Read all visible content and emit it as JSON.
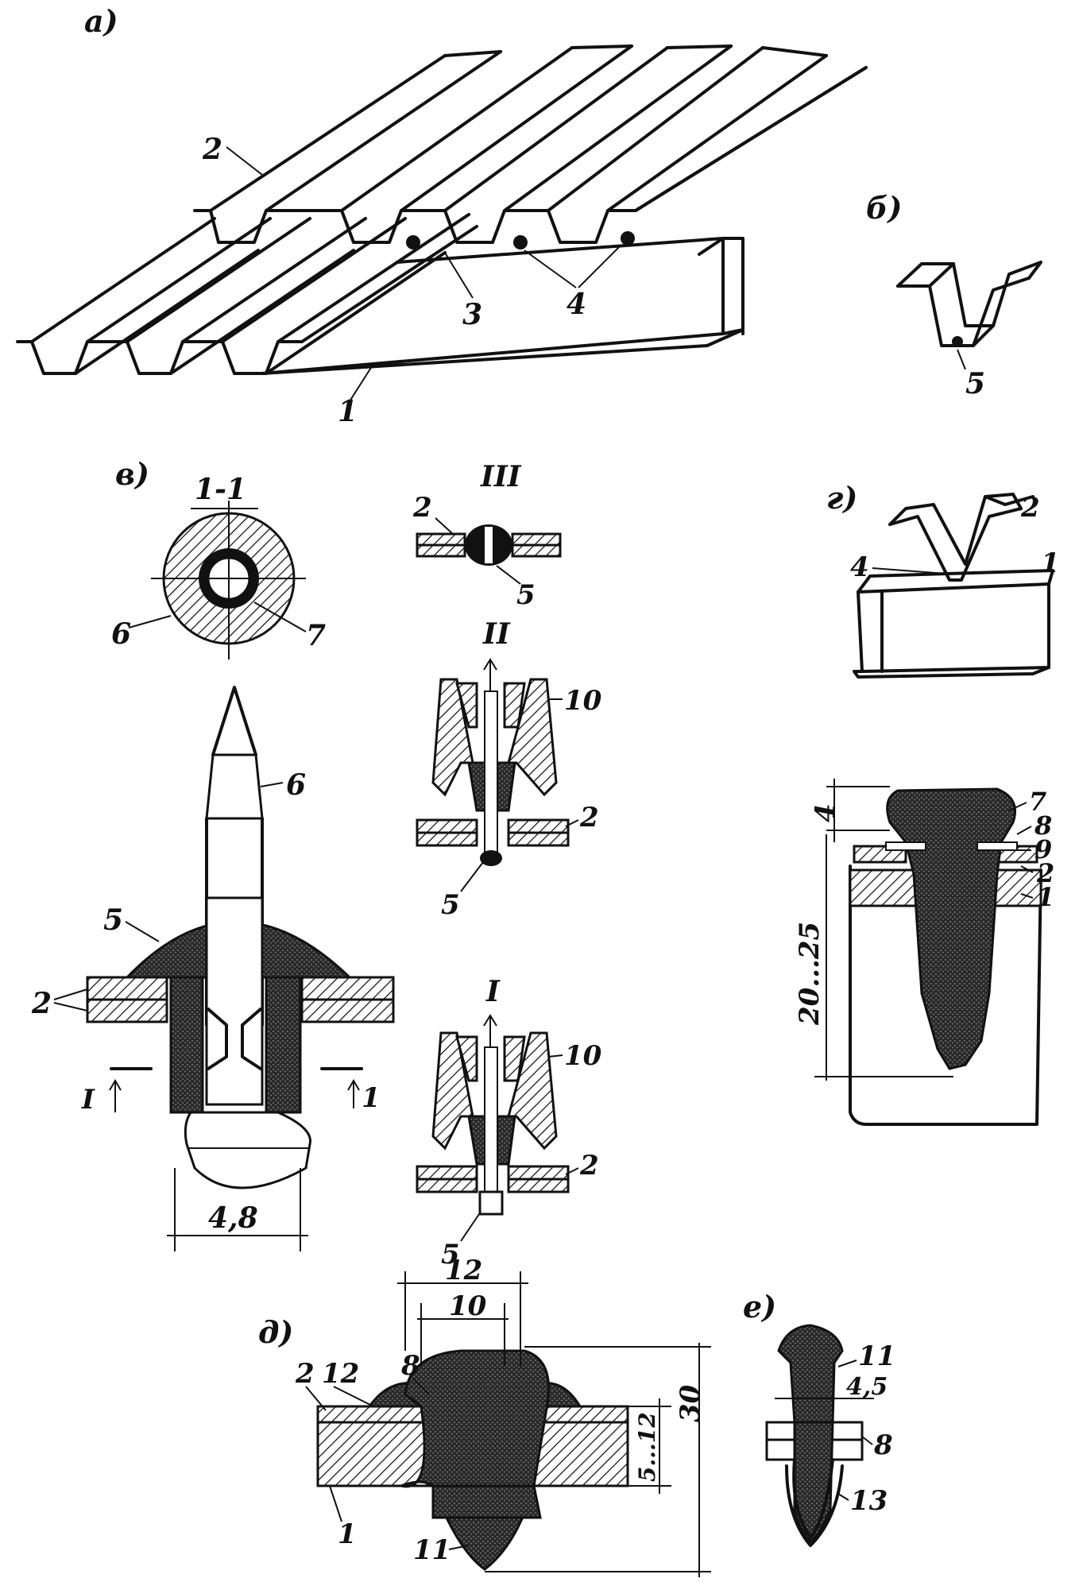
{
  "panels": {
    "a": "а)",
    "b": "б)",
    "v": "в)",
    "g": "г)",
    "d": "д)",
    "e": "е)"
  },
  "sections": {
    "s11": "1-1",
    "s1": "I",
    "s2": "II",
    "s3": "III"
  },
  "callouts": {
    "c1": "1",
    "c2": "2",
    "c3": "3",
    "c4": "4",
    "c5": "5",
    "c6": "6",
    "c7": "7",
    "c8": "8",
    "c9": "9",
    "c10": "10",
    "c11": "11",
    "c12": "12",
    "c13": "13"
  },
  "dimensions": {
    "rivet_head": "4,8",
    "g_head": "4",
    "g_length": "20...25",
    "d_width_outer": "12",
    "d_width_inner": "10",
    "d_depth": "5...12",
    "d_total": "30",
    "e_dia": "4,5"
  }
}
